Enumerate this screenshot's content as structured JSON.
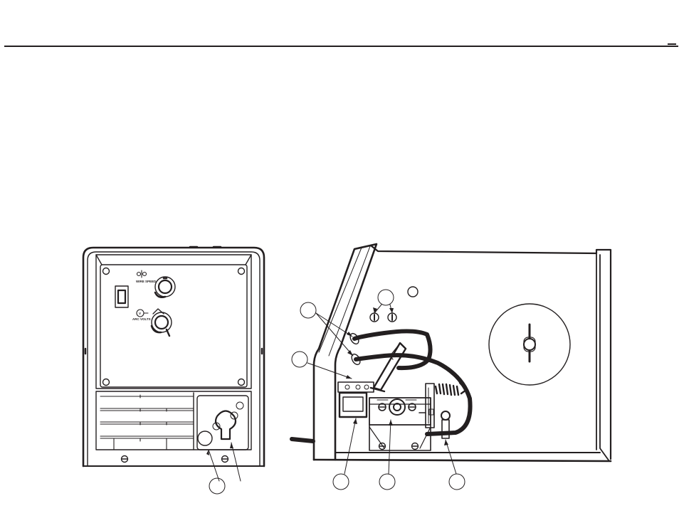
{
  "front_panel": {
    "wire_speed_label": "WIRE SPEED",
    "arc_volts_label": "ARC VOLTS",
    "arc_volts_symbol": "V"
  },
  "colors": {
    "ink": "#231f20",
    "paper": "#ffffff"
  }
}
